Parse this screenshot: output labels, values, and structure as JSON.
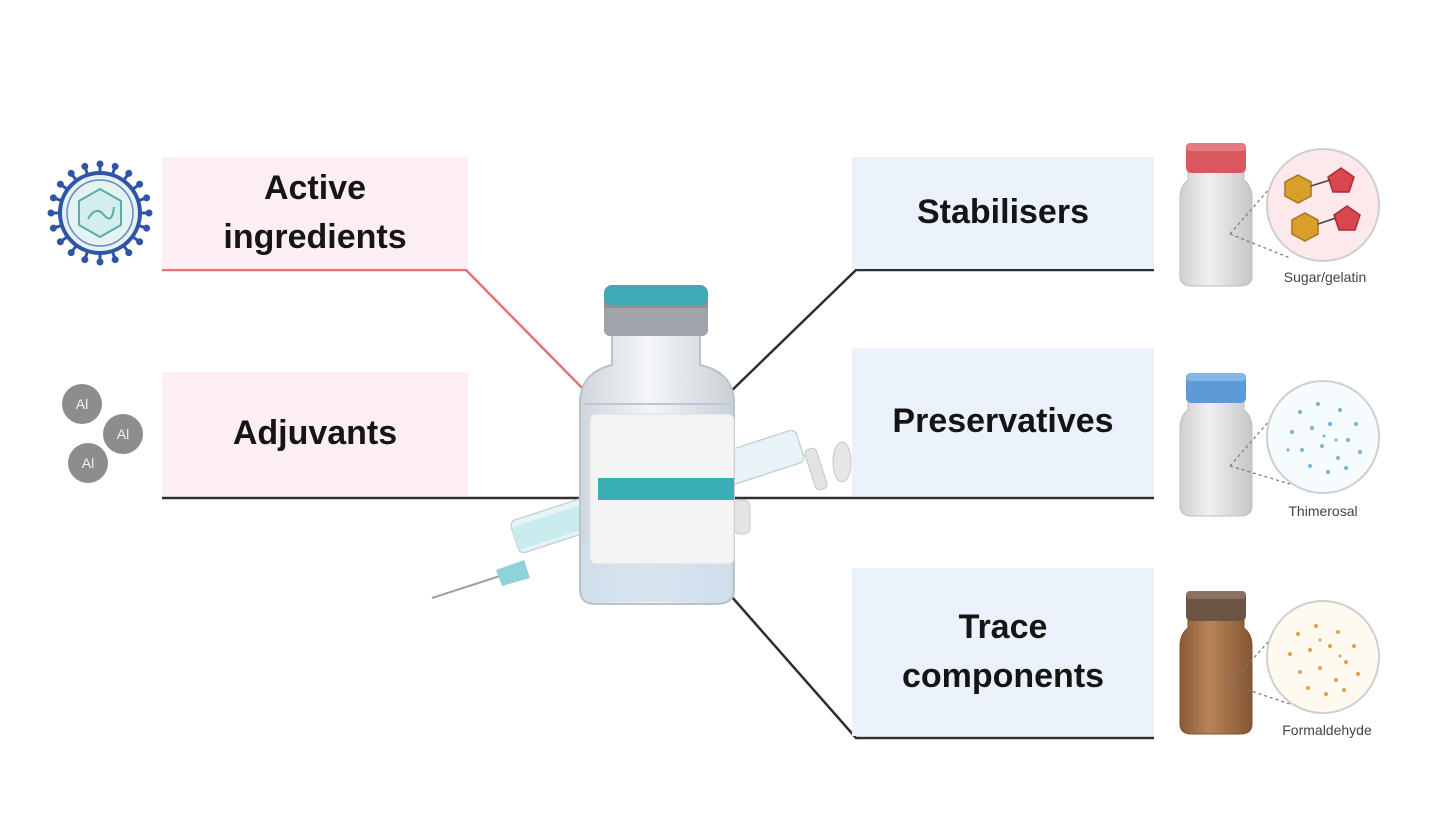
{
  "labels": {
    "active": [
      "Active",
      "ingredients"
    ],
    "adjuvants": "Adjuvants",
    "stabilisers": "Stabilisers",
    "preservatives": "Preservatives",
    "trace": [
      "Trace",
      "components"
    ]
  },
  "captions": {
    "stabilisers": "Sugar/gelatin",
    "preservatives": "Thimerosal",
    "trace": "Formaldehyde"
  },
  "adjuvant_symbol": "Al",
  "colors": {
    "pink_box": "#fceef4",
    "blue_box": "#ecf2fb",
    "active_line": "#e57373",
    "line": "#2f2f2f",
    "vial_cap": "#3fa9b5",
    "vial_band": "#3aafb6",
    "red_cap": "#d9575e",
    "blue_cap": "#5c9ad8",
    "brown_cap": "#6b5443",
    "brown_bottle": "#a8744a"
  },
  "icons": [
    "virus-icon",
    "aluminium-particle-icon",
    "vaccine-vial-icon",
    "syringe-icon",
    "bottle-icon",
    "magnifier-circle-icon"
  ]
}
